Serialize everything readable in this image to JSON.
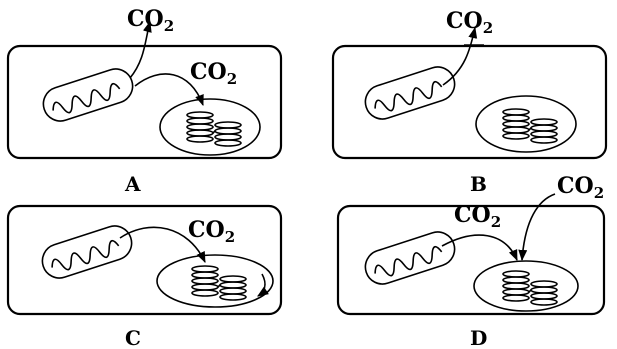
{
  "panels": [
    {
      "label": "A",
      "co2": [
        "CO",
        "CO"
      ],
      "co2_sub": [
        "2",
        "2"
      ]
    },
    {
      "label": "B",
      "co2": [
        "CO"
      ],
      "co2_sub": [
        "2"
      ]
    },
    {
      "label": "C",
      "co2": [
        "CO"
      ],
      "co2_sub": [
        "2"
      ]
    },
    {
      "label": "D",
      "co2": [
        "CO",
        "CO"
      ],
      "co2_sub": [
        "2",
        "2"
      ]
    }
  ]
}
